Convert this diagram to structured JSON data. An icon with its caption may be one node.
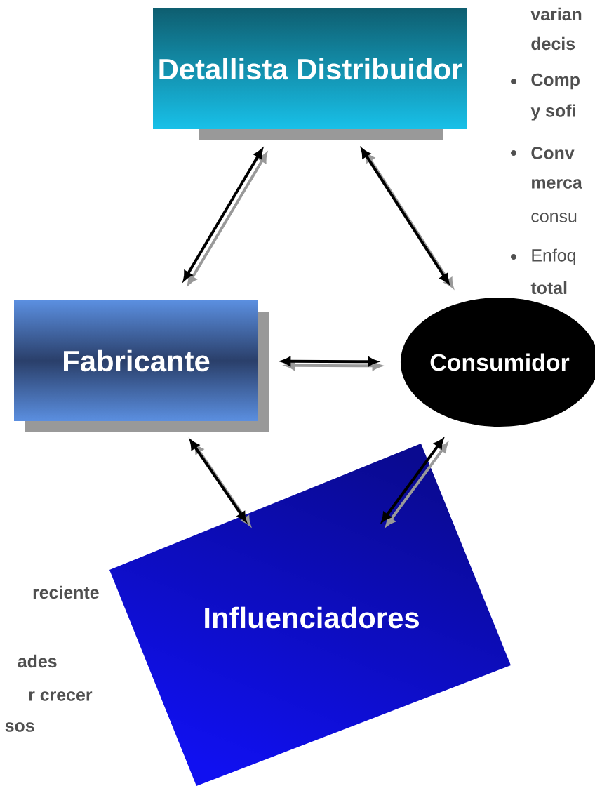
{
  "diagram": {
    "nodes": [
      {
        "text": [
          "Detallista Distribuidor"
        ]
      },
      {
        "text": [
          "Fabricante"
        ]
      },
      {
        "text": [
          "Consumidor"
        ]
      },
      {
        "text": [
          "Influenciadores"
        ]
      }
    ],
    "edges": [
      {
        "from": 0,
        "to": 1,
        "arrow": "both"
      },
      {
        "from": 0,
        "to": 2,
        "arrow": "both"
      },
      {
        "from": 1,
        "to": 2,
        "arrow": "both"
      },
      {
        "from": 1,
        "to": 3,
        "arrow": "both"
      },
      {
        "from": 2,
        "to": 3,
        "arrow": "both"
      }
    ],
    "labels": [
      "varian",
      "decis",
      "Comp",
      "y sofi",
      "Conv",
      "merca",
      "consu",
      "Enfoq",
      "total",
      "reciente",
      "ades",
      "r crecer",
      "sos"
    ]
  }
}
